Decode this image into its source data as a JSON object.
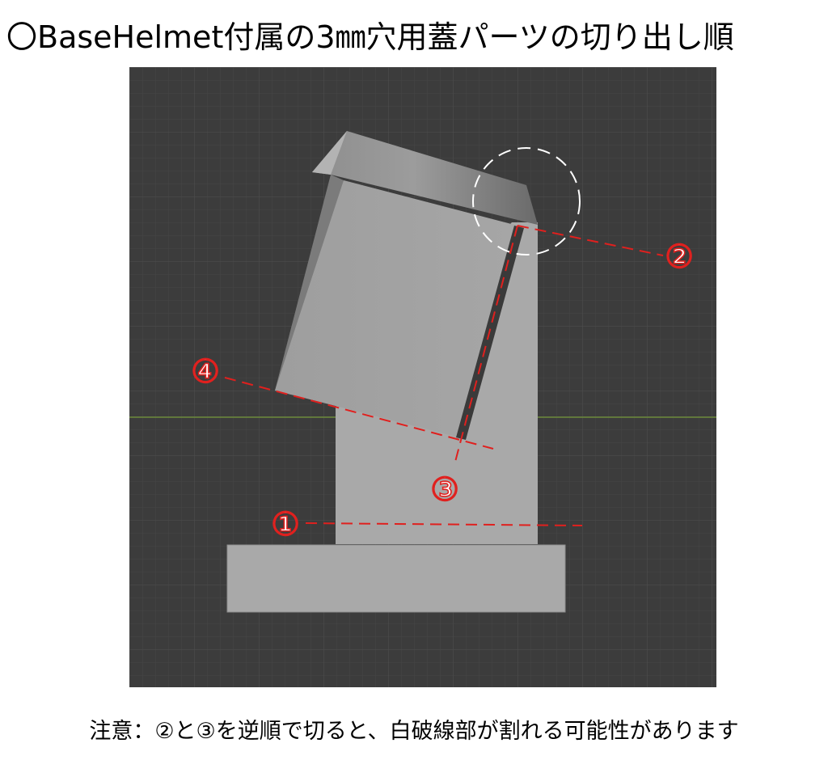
{
  "title": "〇BaseHelmet付属の3㎜穴用蓋パーツの切り出し順",
  "labels": {
    "step1": "①",
    "step2": "②",
    "step3": "③",
    "step4": "④"
  },
  "note": "注意：②と③を逆順で切ると、白破線部が割れる可能性があります",
  "colors": {
    "viewport_bg": "#3c3c3c",
    "grid_minor": "#464646",
    "grid_major": "#4f4f4f",
    "horizon": "#6b8a3a",
    "part_gray": "#a8a8a8",
    "cut_line": "#e0201e",
    "highlight_circle": "#ffffff"
  }
}
